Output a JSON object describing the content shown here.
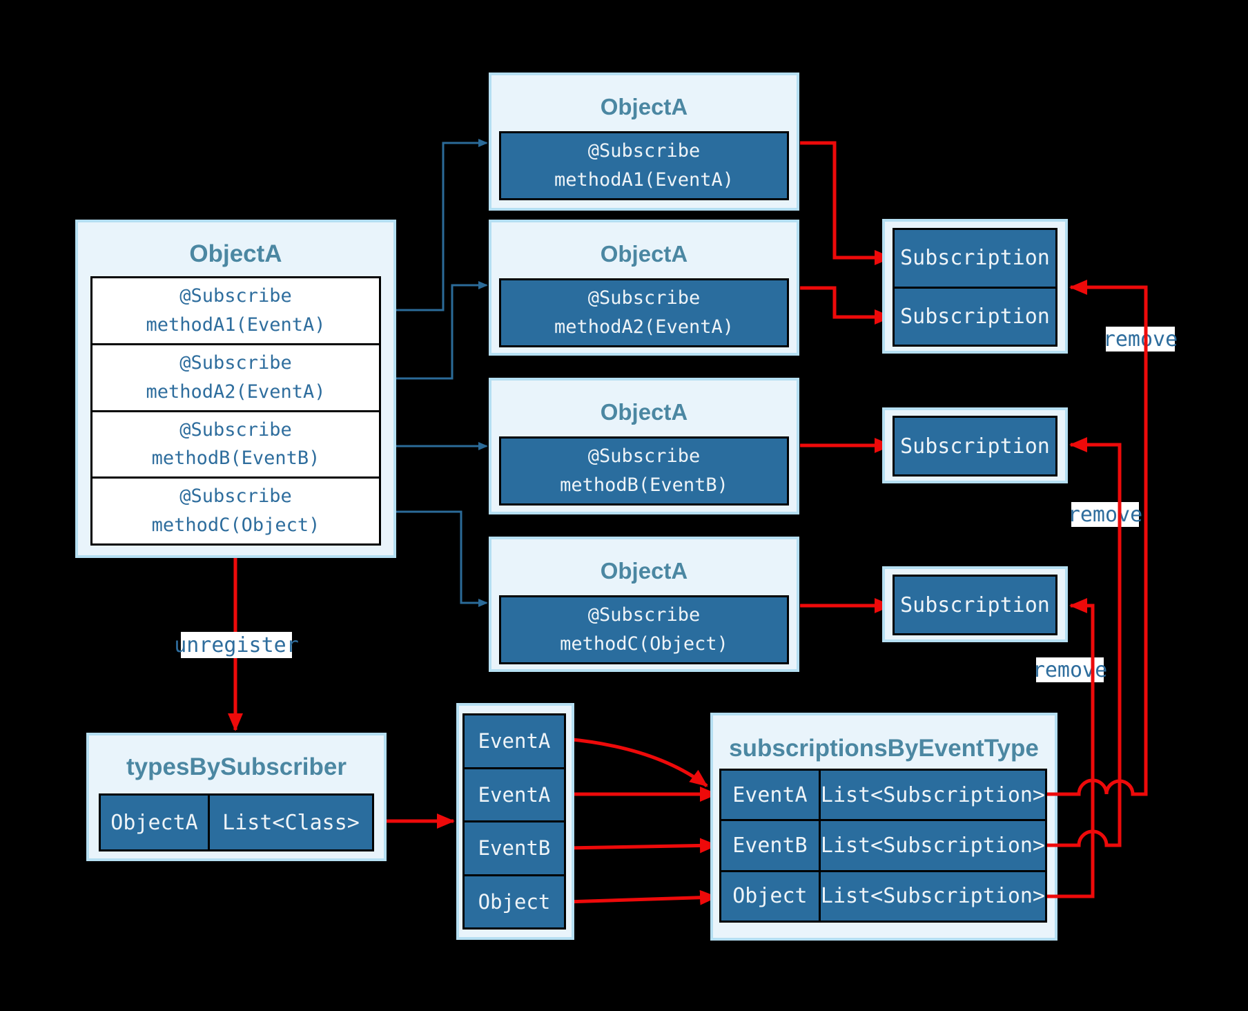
{
  "colors": {
    "background": "#000000",
    "box_background": "#e9f4fb",
    "box_border": "#b5dff2",
    "cell_background": "#2a6d9e",
    "title_text": "#4b87a2",
    "code_text": "#2e6d9d",
    "cell_text": "#eef4f8",
    "arrow_red": "#ee0a0a",
    "arrow_blue": "#2b6b99"
  },
  "left_object": {
    "title": "ObjectA",
    "rows": [
      {
        "line1": "@Subscribe",
        "line2": "methodA1(EventA)"
      },
      {
        "line1": "@Subscribe",
        "line2": "methodA2(EventA)"
      },
      {
        "line1": "@Subscribe",
        "line2": "methodB(EventB)"
      },
      {
        "line1": "@Subscribe",
        "line2": "methodC(Object)"
      }
    ]
  },
  "middle_objects": [
    {
      "title": "ObjectA",
      "line1": "@Subscribe",
      "line2": "methodA1(EventA)"
    },
    {
      "title": "ObjectA",
      "line1": "@Subscribe",
      "line2": "methodA2(EventA)"
    },
    {
      "title": "ObjectA",
      "line1": "@Subscribe",
      "line2": "methodB(EventB)"
    },
    {
      "title": "ObjectA",
      "line1": "@Subscribe",
      "line2": "methodC(Object)"
    }
  ],
  "subscriptions": {
    "top": {
      "cell1": "Subscription",
      "cell2": "Subscription"
    },
    "middle": {
      "cell1": "Subscription"
    },
    "bottom": {
      "cell1": "Subscription"
    }
  },
  "edge_labels": {
    "unregister": "unregister",
    "remove_top": "remove",
    "remove_middle": "remove",
    "remove_bottom": "remove"
  },
  "types_by_subscriber": {
    "title": "typesBySubscriber",
    "key": "ObjectA",
    "value": "List<Class>"
  },
  "event_type_list": {
    "cells": [
      "EventA",
      "EventA",
      "EventB",
      "Object"
    ]
  },
  "subscriptions_by_event_type": {
    "title": "subscriptionsByEventType",
    "rows": [
      {
        "key": "EventA",
        "value": "List<Subscription>"
      },
      {
        "key": "EventB",
        "value": "List<Subscription>"
      },
      {
        "key": "Object",
        "value": "List<Subscription>"
      }
    ]
  }
}
